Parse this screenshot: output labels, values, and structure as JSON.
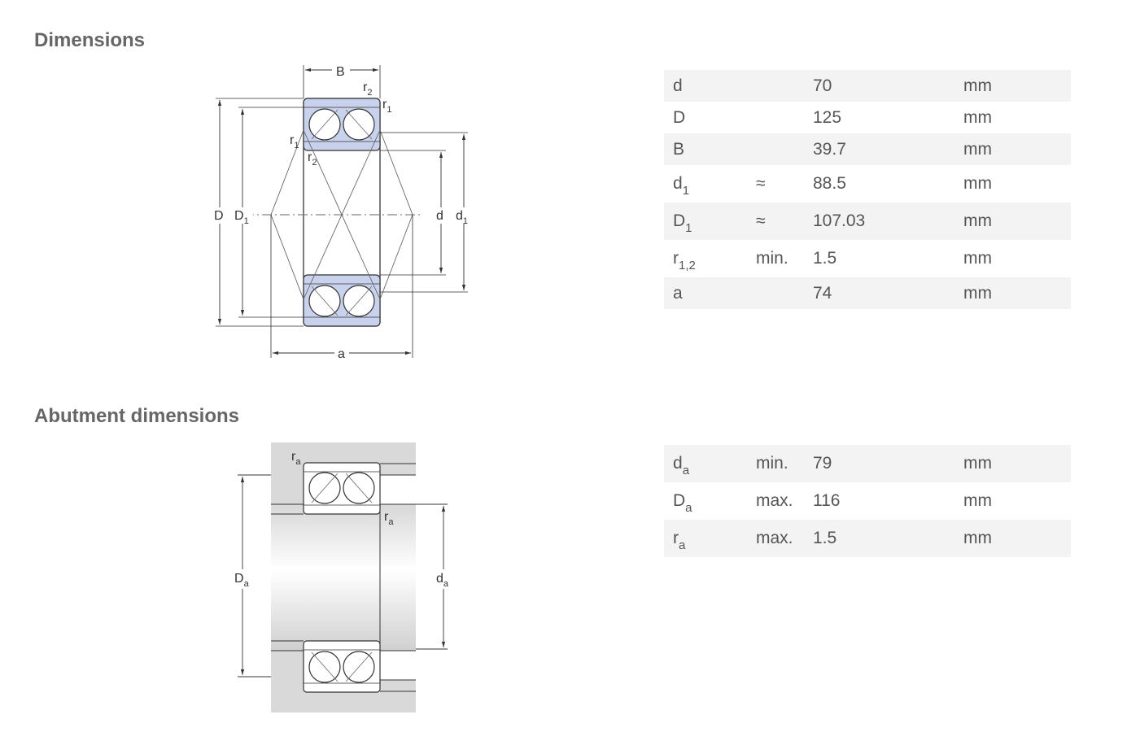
{
  "sections": {
    "dimensions_title": "Dimensions",
    "abutment_title": "Abutment dimensions"
  },
  "drawing1_labels": {
    "B": "B",
    "r2": "r",
    "r2_sub": "2",
    "r1": "r",
    "r1_sub": "1",
    "D": "D",
    "D1": "D",
    "D1_sub": "1",
    "d": "d",
    "d1": "d",
    "d1_sub": "1",
    "a": "a"
  },
  "drawing2_labels": {
    "ra": "r",
    "ra_sub": "a",
    "Da": "D",
    "Da_sub": "a",
    "da": "d",
    "da_sub": "a"
  },
  "dimensions": [
    {
      "sym": "d",
      "sub": "",
      "qual": "",
      "value": "70",
      "unit": "mm"
    },
    {
      "sym": "D",
      "sub": "",
      "qual": "",
      "value": "125",
      "unit": "mm"
    },
    {
      "sym": "B",
      "sub": "",
      "qual": "",
      "value": "39.7",
      "unit": "mm"
    },
    {
      "sym": "d",
      "sub": "1",
      "qual": "≈",
      "value": "88.5",
      "unit": "mm"
    },
    {
      "sym": "D",
      "sub": "1",
      "qual": "≈",
      "value": "107.03",
      "unit": "mm"
    },
    {
      "sym": "r",
      "sub": "1,2",
      "qual": "min.",
      "value": "1.5",
      "unit": "mm"
    },
    {
      "sym": "a",
      "sub": "",
      "qual": "",
      "value": "74",
      "unit": "mm"
    }
  ],
  "abutment": [
    {
      "sym": "d",
      "sub": "a",
      "qual": "min.",
      "value": "79",
      "unit": "mm"
    },
    {
      "sym": "D",
      "sub": "a",
      "qual": "max.",
      "value": "116",
      "unit": "mm"
    },
    {
      "sym": "r",
      "sub": "a",
      "qual": "max.",
      "value": "1.5",
      "unit": "mm"
    }
  ]
}
